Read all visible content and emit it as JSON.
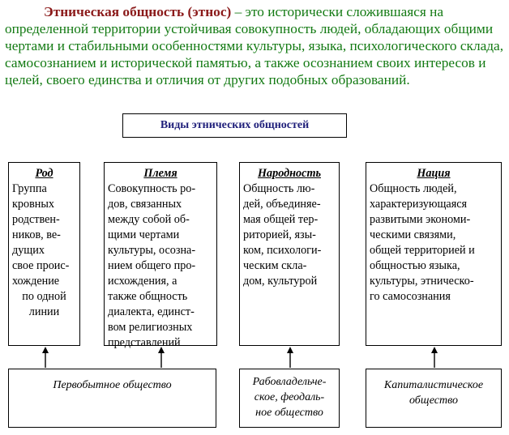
{
  "definition": {
    "term": "Этническая общность (этнос)",
    "text": " – это исторически сложившаяся на определенной территории устойчивая совокупность людей, обладающих общими чертами и стабильными особенностями культуры, языка, психологического склада, самосознанием и исторической памятью, а также осознанием своих интересов и целей, своего единства и отличия от других подобных образований."
  },
  "types_title": "Виды этнических общностей",
  "columns": [
    {
      "title": "Род",
      "lines": [
        "Группа",
        "кровных",
        "родствен-",
        "ников, ве-",
        "дущих",
        "свое проис-",
        "хождение",
        "по одной",
        "линии"
      ]
    },
    {
      "title": "Племя",
      "lines": [
        "Совокупность ро-",
        "дов, связанных",
        "между собой об-",
        "щими чертами",
        "культуры, осозна-",
        "нием общего про-",
        "исхождения, а",
        "также общность",
        "диалекта, единст-",
        "вом религиозных",
        "представлений"
      ]
    },
    {
      "title": "Народность",
      "lines": [
        "Общность лю-",
        "дей, объединяе-",
        "мая общей тер-",
        "риторией, язы-",
        "ком, психологи-",
        "ческим скла-",
        "дом, культурой"
      ]
    },
    {
      "title": "Нация",
      "lines": [
        "Общность людей,",
        "характеризующаяся",
        "развитыми экономи-",
        "ческими связями,",
        "общей территорией и",
        "общностью языка,",
        "культуры, этническо-",
        "го самосознания"
      ]
    }
  ],
  "societies": [
    {
      "lines": [
        "Первобытное общество"
      ]
    },
    {
      "lines": [
        "Рабовладельче-",
        "ское, феодаль-",
        "ное общество"
      ]
    },
    {
      "lines": [
        "Капиталистическое",
        "общество"
      ]
    }
  ]
}
